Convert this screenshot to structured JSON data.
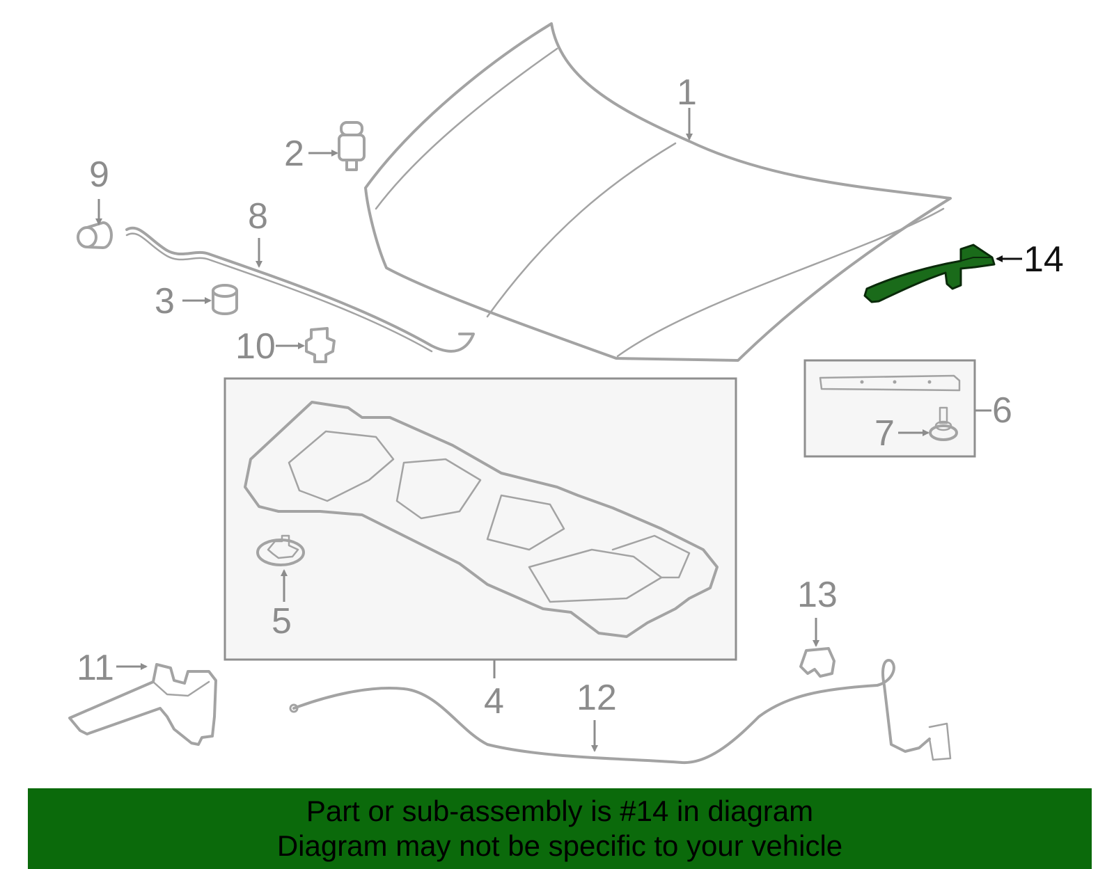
{
  "callouts": {
    "n1": "1",
    "n2": "2",
    "n3": "3",
    "n4": "4",
    "n5": "5",
    "n6": "6",
    "n7": "7",
    "n8": "8",
    "n9": "9",
    "n10": "10",
    "n11": "11",
    "n12": "12",
    "n13": "13",
    "n14": "14"
  },
  "highlight_part": "14",
  "colors": {
    "highlight_fill": "#1a6b1a",
    "banner_bg": "#0b6a0b",
    "part_line": "#a3a3a3",
    "label_gray": "#8c8c8c"
  },
  "banner": {
    "line1": "Part or sub-assembly is #14 in diagram",
    "line2": "Diagram may not be specific to your vehicle"
  }
}
